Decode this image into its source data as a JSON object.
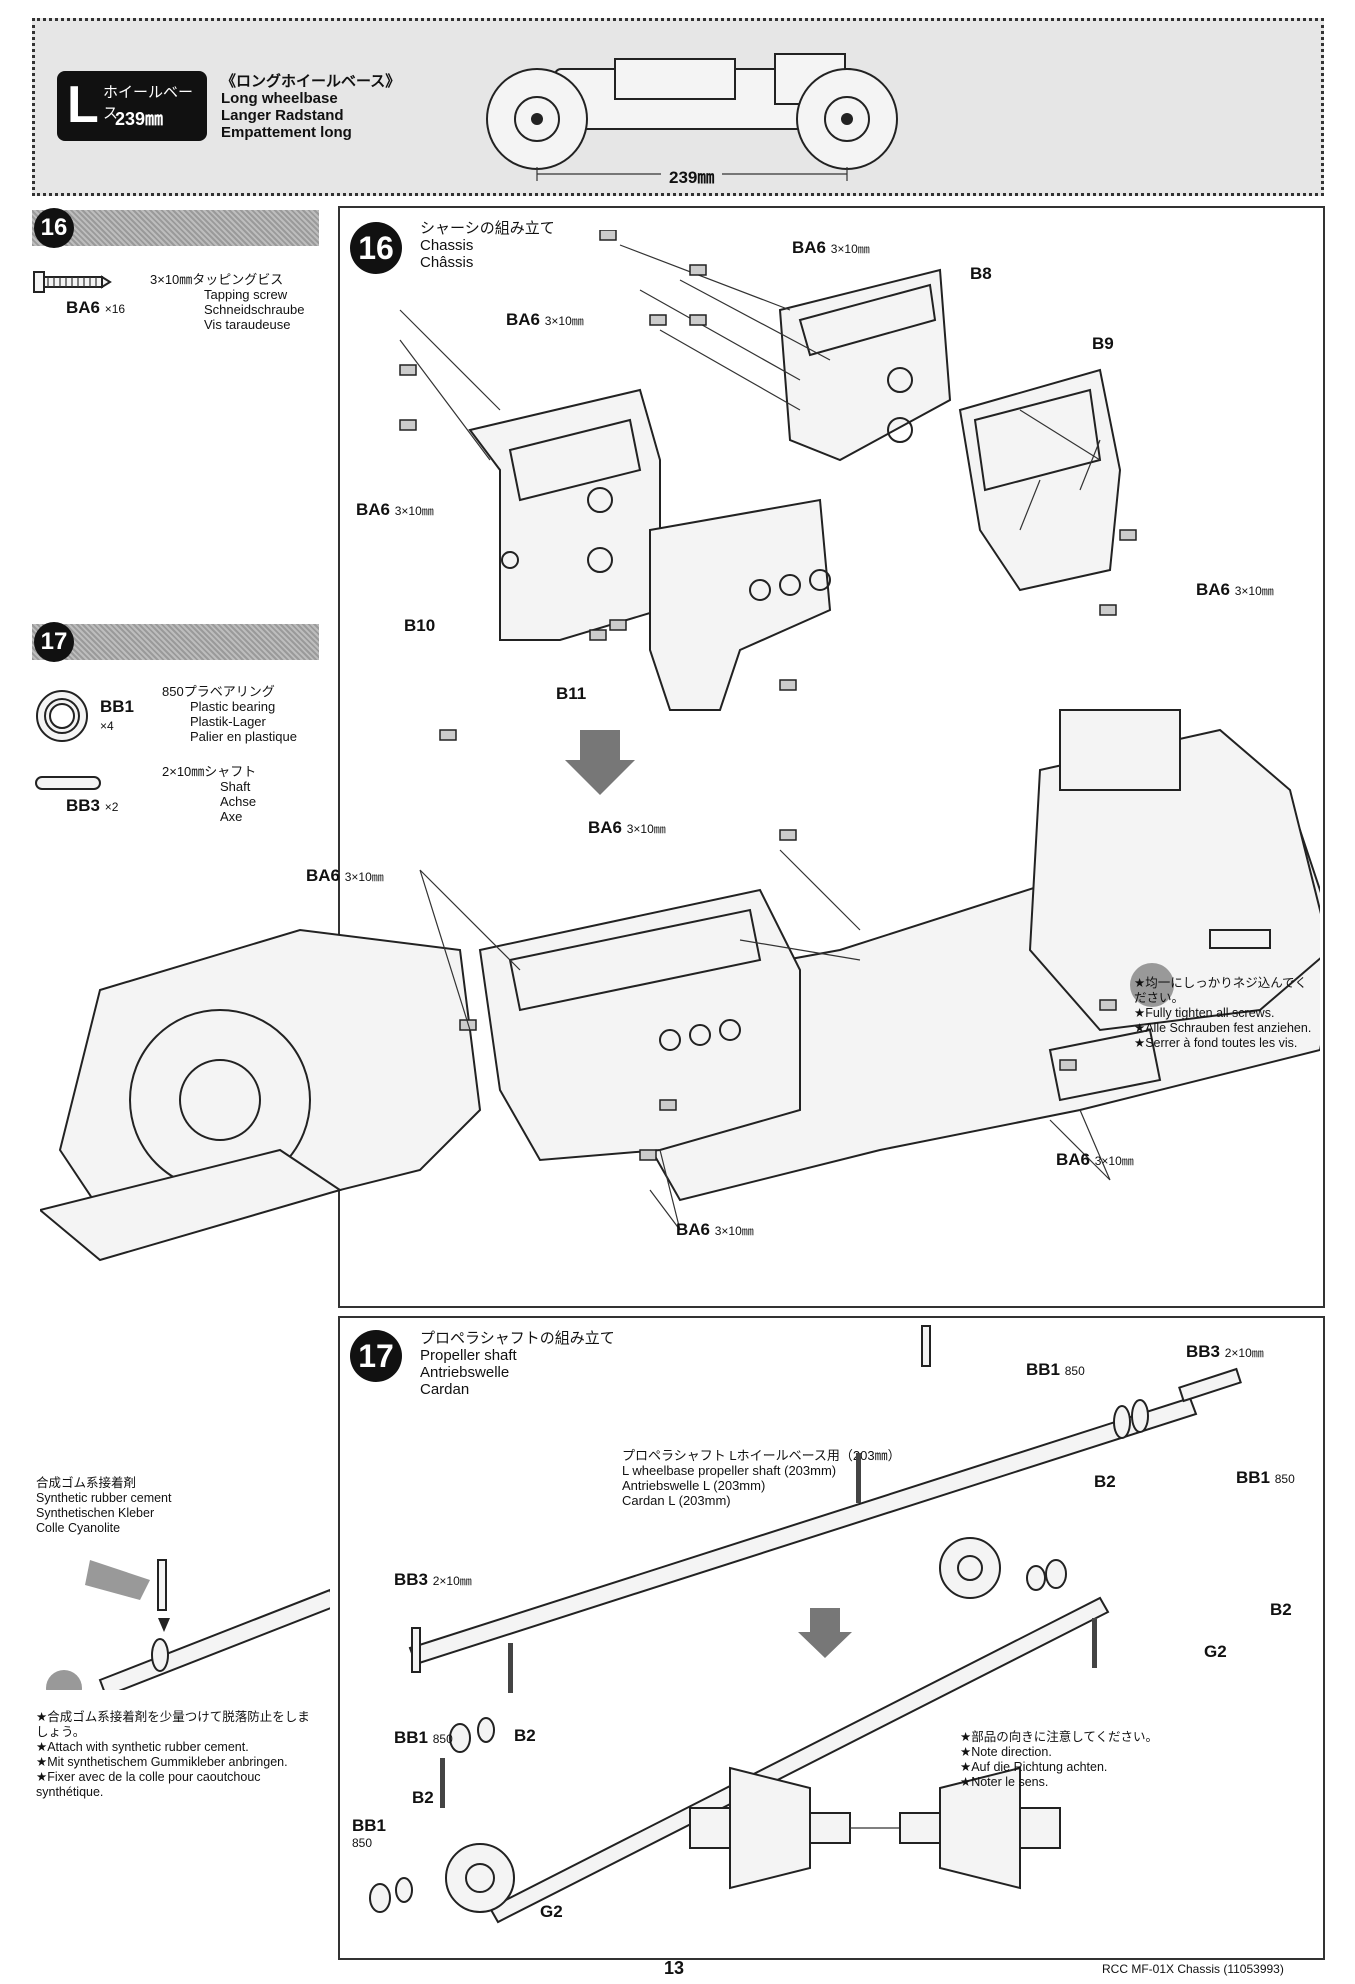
{
  "header": {
    "badge_letter": "L",
    "badge_jp": "ホイールベース",
    "badge_mm": "239㎜",
    "title_jp": "《ロングホイールベース》",
    "title_en": "Long wheelbase",
    "title_de": "Langer Radstand",
    "title_fr": "Empattement long",
    "dimension": "239㎜"
  },
  "step16": {
    "number": "16",
    "part_desc_jp": "3×10㎜タッピングビス",
    "part_desc_en": "Tapping screw",
    "part_desc_de": "Schneidschraube",
    "part_desc_fr": "Vis taraudeuse",
    "part_code": "BA6",
    "part_qty": "×16",
    "title_jp": "シャーシの組み立て",
    "title_en": "Chassis",
    "title_fr": "Châssis",
    "callouts": {
      "ba6": "BA6",
      "ba6_size": "3×10㎜",
      "b8": "B8",
      "b9": "B9",
      "b10": "B10",
      "b11": "B11"
    },
    "note_jp": "★均一にしっかりネジ込んでください。",
    "note_en": "★Fully tighten all screws.",
    "note_de": "★Alle Schrauben fest anziehen.",
    "note_fr": "★Serrer à fond toutes les vis."
  },
  "step17": {
    "number": "17",
    "bb1_code": "BB1",
    "bb1_qty": "×4",
    "bb1_jp": "850プラベアリング",
    "bb1_en": "Plastic bearing",
    "bb1_de": "Plastik-Lager",
    "bb1_fr": "Palier en plastique",
    "bb3_code": "BB3",
    "bb3_qty": "×2",
    "bb3_jp": "2×10㎜シャフト",
    "bb3_en": "Shaft",
    "bb3_de": "Achse",
    "bb3_fr": "Axe",
    "title_jp": "プロペラシャフトの組み立て",
    "title_en": "Propeller shaft",
    "title_de": "Antriebswelle",
    "title_fr": "Cardan",
    "shaft_jp": "プロペラシャフト Lホイールベース用（203㎜）",
    "shaft_en": "L wheelbase propeller shaft (203mm)",
    "shaft_de": "Antriebswelle L (203mm)",
    "shaft_fr": "Cardan L (203mm)",
    "callouts": {
      "bb1": "BB1",
      "bb1_size": "850",
      "bb3": "BB3",
      "bb3_size": "2×10㎜",
      "b2": "B2",
      "g2": "G2"
    },
    "cement_jp": "合成ゴム系接着剤",
    "cement_en": "Synthetic rubber cement",
    "cement_de": "Synthetischen Kleber",
    "cement_fr": "Colle Cyanolite",
    "cement_note_jp": "★合成ゴム系接着剤を少量つけて脱落防止をしましょう。",
    "cement_note_en": "★Attach with synthetic rubber cement.",
    "cement_note_de": "★Mit synthetischem Gummikleber anbringen.",
    "cement_note_fr": "★Fixer avec de la colle pour caoutchouc synthétique.",
    "direction_jp": "★部品の向きに注意してください。",
    "direction_en": "★Note direction.",
    "direction_de": "★Auf die Richtung achten.",
    "direction_fr": "★Noter le sens."
  },
  "footer": {
    "page_number": "13",
    "doc_title": "RCC MF-01X Chassis (11053993)"
  }
}
